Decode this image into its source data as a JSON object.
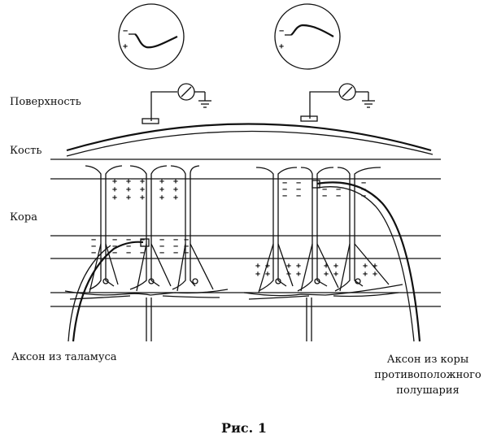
{
  "labels": {
    "surface": "Поверхность",
    "bone": "Кость",
    "cortex": "Кора",
    "thalamus_axon": "Аксон из таламуса",
    "callosal_axon_1": "Аксон из коры",
    "callosal_axon_2": "противоположного",
    "callosal_axon_3": "полушария",
    "caption": "Рис. 1"
  },
  "icons": {
    "oscilloscope": "oscilloscope-icon",
    "voltmeter": "voltmeter-icon",
    "ground": "ground-icon"
  }
}
